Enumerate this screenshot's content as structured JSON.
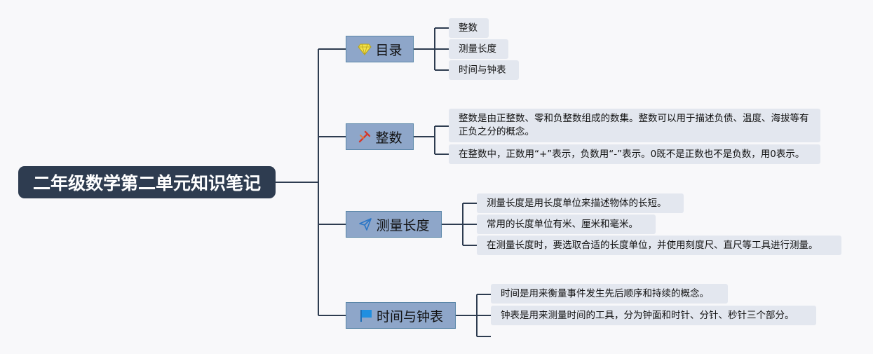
{
  "root": {
    "title": "二年级数学第二单元知识笔记"
  },
  "branches": [
    {
      "label": "目录",
      "icon": "diamond-icon",
      "items": [
        "整数",
        "测量长度",
        "时间与钟表"
      ]
    },
    {
      "label": "整数",
      "icon": "tools-icon",
      "items": [
        "整数是由正整数、零和负整数组成的数集。整数可以用于描述负债、温度、海拔等有正负之分的概念。",
        "在整数中，正数用“+”表示，负数用“-”表示。0既不是正数也不是负数，用0表示。"
      ]
    },
    {
      "label": "测量长度",
      "icon": "paper-plane-icon",
      "items": [
        "测量长度是用长度单位来描述物体的长短。",
        "常用的长度单位有米、厘米和毫米。",
        "在测量长度时，要选取合适的长度单位，并使用刻度尺、直尺等工具进行测量。"
      ]
    },
    {
      "label": "时间与钟表",
      "icon": "flag-icon",
      "items": [
        "时间是用来衡量事件发生先后顺序和持续的概念。",
        "钟表是用来测量时间的工具，分为钟面和时针、分针、秒针三个部分。",
        ""
      ]
    }
  ],
  "colors": {
    "root": "#2e3c50",
    "branch": "#8ea6c9",
    "leaf": "#e3e7ef",
    "line": "#2e3c50"
  }
}
